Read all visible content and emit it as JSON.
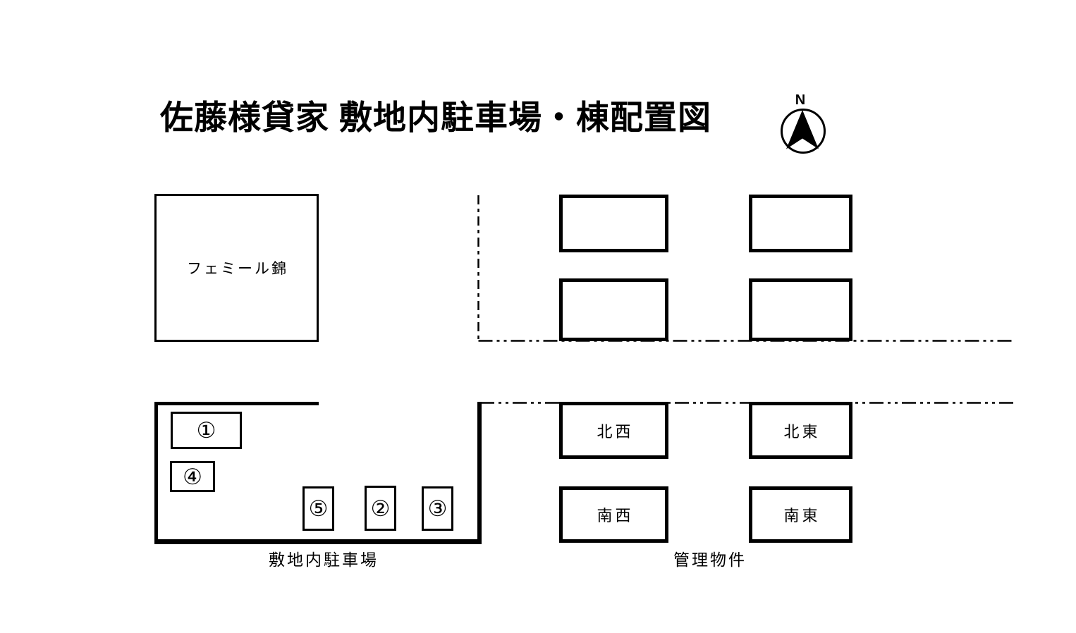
{
  "page": {
    "title": "佐藤様貸家 敷地内駐車場・棟配置図",
    "background": "#ffffff",
    "ink": "#000000"
  },
  "compass": {
    "label": "N"
  },
  "left_building": {
    "label": "フェミール錦"
  },
  "parking": {
    "caption": "敷地内駐車場",
    "spaces": [
      {
        "id": 1,
        "label": "①"
      },
      {
        "id": 4,
        "label": "④"
      },
      {
        "id": 5,
        "label": "⑤"
      },
      {
        "id": 2,
        "label": "②"
      },
      {
        "id": 3,
        "label": "③"
      }
    ]
  },
  "managed": {
    "caption": "管理物件",
    "units": [
      {
        "label": "",
        "position": "row1-left"
      },
      {
        "label": "",
        "position": "row1-right"
      },
      {
        "label": "",
        "position": "row2-left"
      },
      {
        "label": "",
        "position": "row2-right"
      },
      {
        "label": "北西",
        "position": "row3-left"
      },
      {
        "label": "北東",
        "position": "row3-right"
      },
      {
        "label": "南西",
        "position": "row4-left"
      },
      {
        "label": "南東",
        "position": "row4-right"
      }
    ]
  }
}
